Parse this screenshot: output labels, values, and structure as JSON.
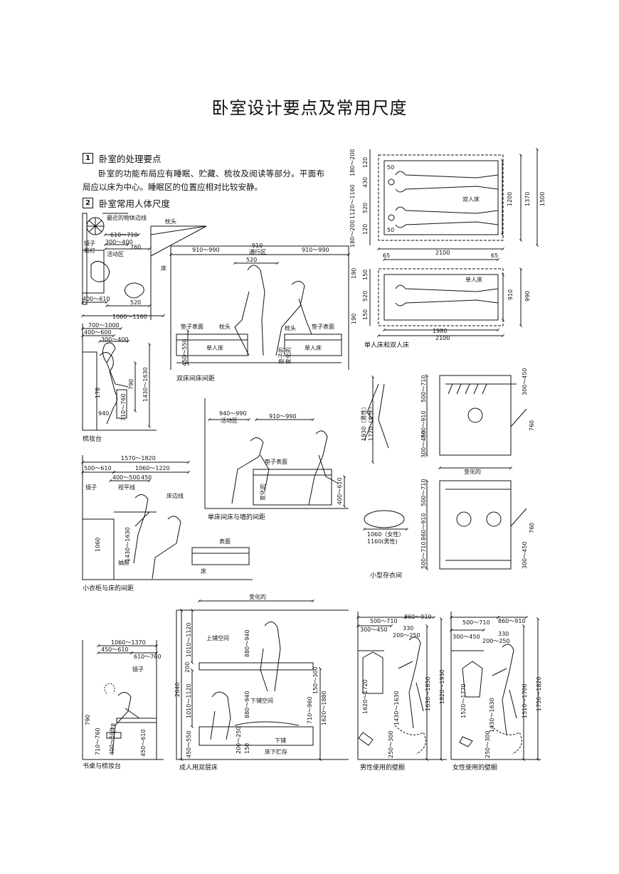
{
  "title": "卧室设计要点及常用尺度",
  "section1": {
    "number": "1",
    "heading": "卧室的处理要点",
    "body": "卧室的功能布局应有睡眠、贮藏、梳妆及阅读等部分。平面布局应以床为中心。睡眠区的位置应相对比较安静。"
  },
  "section2": {
    "number": "2",
    "heading": "卧室常用人体尺度"
  },
  "fig_dressing_plan": {
    "labels": [
      "最近的物体边线",
      "610～710",
      "300～400",
      "760",
      "镜子",
      "和灯",
      "活动区",
      "520",
      "400～610",
      "1060～1160",
      "枕头",
      "床"
    ]
  },
  "fig_dressing_table": {
    "caption": "梳妆台",
    "labels": [
      "700～1000",
      "400～600",
      "300～400",
      "1430～1630",
      "790",
      "178",
      "710～760",
      "940"
    ]
  },
  "fig_twin_beds": {
    "caption": "双床间床间距",
    "labels": [
      "910",
      "通行区",
      "910～990",
      "910～990",
      "520",
      "垫子表面",
      "枕头",
      "枕头",
      "垫子表面",
      "单人床",
      "单人床",
      "450～550",
      "垫子的",
      "变化的"
    ]
  },
  "fig_bed_plans": {
    "caption": "单人床和双人床",
    "labels": [
      "180～200",
      "1120～1160",
      "180～200",
      "120",
      "430",
      "520",
      "120",
      "50",
      "50",
      "双人床",
      "1200",
      "1370",
      "1500",
      "2100",
      "65",
      "65",
      "单人床",
      "190",
      "150",
      "520",
      "150",
      "190",
      "910",
      "990",
      "1980",
      "2100"
    ]
  },
  "fig_bed_to_wall": {
    "caption": "单床间床与墙的间距",
    "labels": [
      "940～990",
      "活动区",
      "910～990",
      "垫子表面",
      "变化的",
      "400～610"
    ]
  },
  "fig_wardrobe_bed": {
    "caption": "小衣柜与床的间距",
    "labels": [
      "1570～1820",
      "500～610",
      "1060～1220",
      "400～500",
      "450",
      "镜子",
      "视平线",
      "床边线",
      "1060",
      "1430～1630",
      "抽屉",
      "表面",
      "床"
    ]
  },
  "fig_small_closet": {
    "caption": "小型存衣间",
    "labels": [
      "1930（男性）",
      "1720（女性）",
      "500～710",
      "860～910",
      "300～450",
      "300～450",
      "760",
      "变化的",
      "1060（女性）",
      "1160(男性)",
      "500～710",
      "860～910",
      "500～710",
      "300～450",
      "760"
    ]
  },
  "fig_desk": {
    "caption": "书桌与梳妆台",
    "labels": [
      "1060～1370",
      "450～610",
      "610～760",
      "镜子",
      "790",
      "710～760",
      "400～500",
      "178",
      "450～610"
    ]
  },
  "fig_bunk": {
    "caption": "成人用双层床",
    "labels": [
      "变化的",
      "上铺空间",
      "1010～1120",
      "880～940",
      "200",
      "2640",
      "1010～1120",
      "450～550",
      "880～940",
      "下铺空间",
      "下铺",
      "床下贮存",
      "150～300",
      "710～960",
      "1620～1880",
      "200～250",
      "150"
    ]
  },
  "fig_male_wardrobe": {
    "caption": "男性使用的壁橱",
    "labels": [
      "500～710",
      "860～910",
      "300～450",
      "330",
      "200～250",
      "1620～1720",
      "1430～1630",
      "1630～1850",
      "1820～1930",
      "250～300"
    ]
  },
  "fig_female_wardrobe": {
    "caption": "女性使用的壁橱",
    "labels": [
      "500～710",
      "860～910",
      "300～450",
      "330",
      "200～250",
      "1520～1770",
      "1430～1630",
      "1510～1700",
      "1750～1820",
      "250～300"
    ]
  }
}
